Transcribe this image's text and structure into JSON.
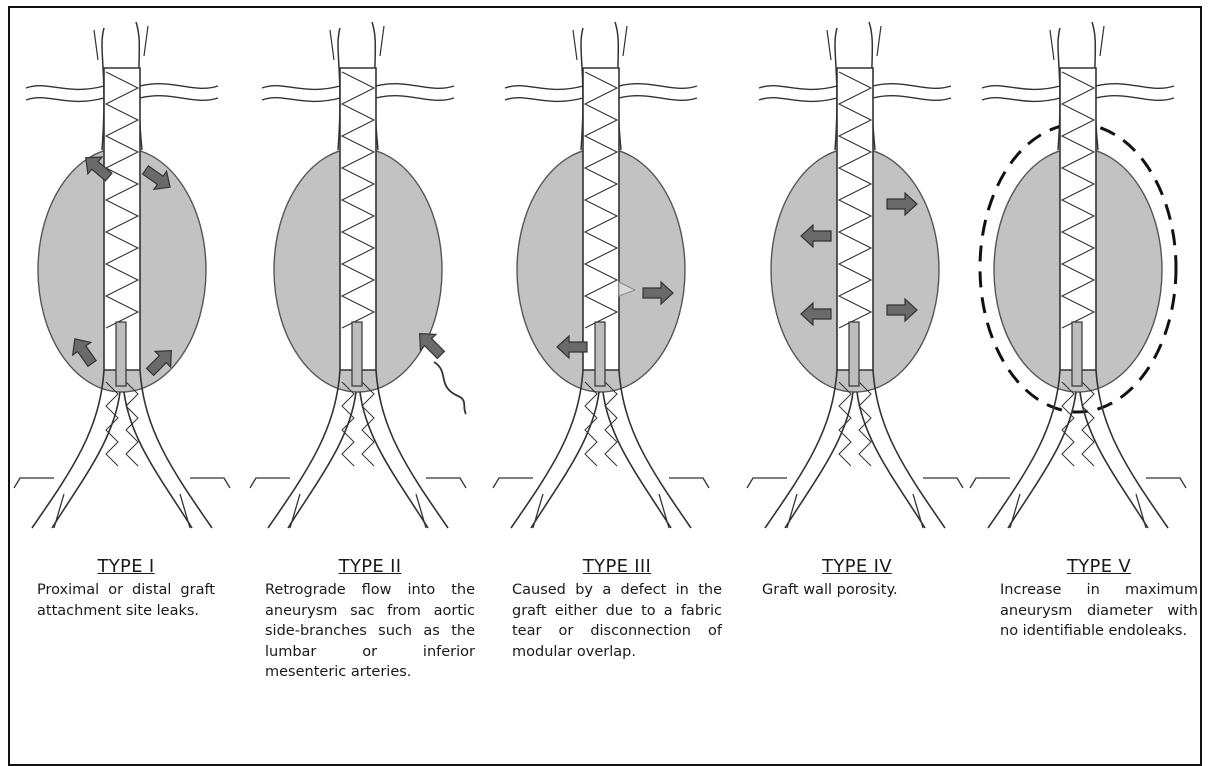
{
  "colors": {
    "sac_fill": "#c2c2c2",
    "sac_stroke": "#555555",
    "vessel_stroke": "#333333",
    "arrow_fill": "#6a6a6a",
    "dashed_outline": "#111111"
  },
  "types": [
    {
      "title": "TYPE I",
      "desc": "Proximal or distal graft attachment site leaks."
    },
    {
      "title": "TYPE II",
      "desc": "Retrograde flow into the aneurysm sac from aortic side-branches such as the lumbar or inferior mesenteric arteries."
    },
    {
      "title": "TYPE III",
      "desc": "Caused by a defect in the graft either due to a fabric tear or disconnection of modular overlap."
    },
    {
      "title": "TYPE IV",
      "desc": "Graft wall porosity."
    },
    {
      "title": "TYPE V",
      "desc": "Increase in maximum aneurysm diameter with no identifiable endoleaks."
    }
  ]
}
